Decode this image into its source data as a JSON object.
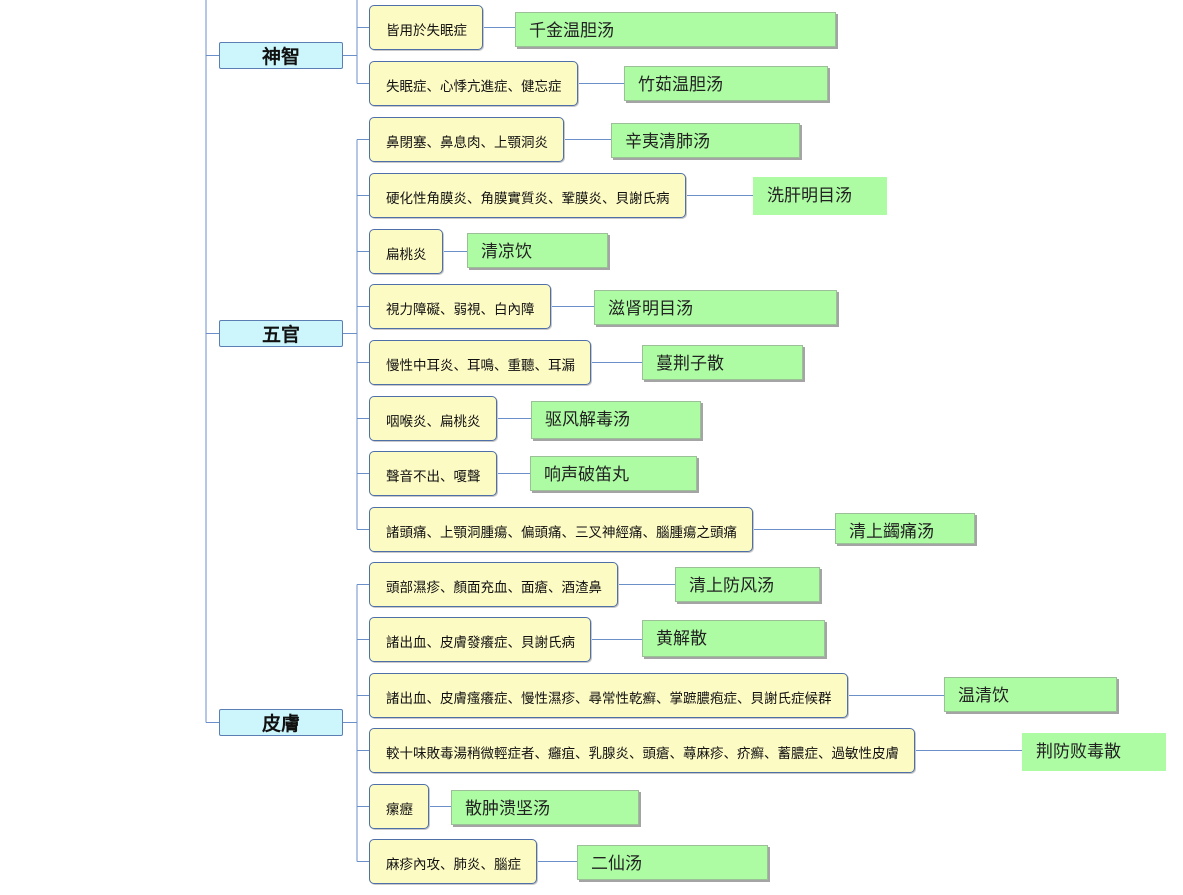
{
  "categories": [
    {
      "name": "神智",
      "items": [
        {
          "symptom": "皆用於失眠症",
          "formula": "千金温胆汤"
        },
        {
          "symptom": "失眠症、心悸亢進症、健忘症",
          "formula": "竹茹温胆汤"
        }
      ]
    },
    {
      "name": "五官",
      "items": [
        {
          "symptom": "鼻閉塞、鼻息肉、上顎洞炎",
          "formula": "辛夷清肺汤"
        },
        {
          "symptom": "硬化性角膜炎、角膜實質炎、鞏膜炎、貝謝氏病",
          "formula": "洗肝明目汤"
        },
        {
          "symptom": "扁桃炎",
          "formula": "清凉饮"
        },
        {
          "symptom": "視力障礙、弱視、白內障",
          "formula": "滋肾明目汤"
        },
        {
          "symptom": "慢性中耳炎、耳鳴、重聽、耳漏",
          "formula": "蔓荆子散"
        },
        {
          "symptom": "咽喉炎、扁桃炎",
          "formula": "驱风解毒汤"
        },
        {
          "symptom": "聲音不出、嗄聲",
          "formula": "响声破笛丸"
        },
        {
          "symptom": "諸頭痛、上顎洞腫瘍、偏頭痛、三叉神經痛、腦腫瘍之頭痛",
          "formula": "清上蠲痛汤"
        }
      ]
    },
    {
      "name": "皮膚",
      "items": [
        {
          "symptom": "頭部濕疹、顏面充血、面瘡、酒渣鼻",
          "formula": "清上防风汤"
        },
        {
          "symptom": "諸出血、皮膚發癢症、貝謝氏病",
          "formula": "黄解散"
        },
        {
          "symptom": "諸出血、皮膚瘙癢症、慢性濕疹、尋常性乾癬、掌蹠膿疱症、貝謝氏症候群",
          "formula": "温清饮"
        },
        {
          "symptom": "較十味敗毒湯稍微輕症者、癰疽、乳腺炎、頭瘡、蕁麻疹、疥癬、蓄膿症、過敏性皮膚",
          "formula": "荆防败毒散"
        },
        {
          "symptom": "瘰癧",
          "formula": "散肿溃坚汤"
        },
        {
          "symptom": "麻疹內攻、肺炎、腦症",
          "formula": "二仙汤"
        }
      ]
    }
  ],
  "colors": {
    "category_fill": "#ccf6fb",
    "symptom_fill": "#fdfbc4",
    "formula_fill": "#adfca3",
    "connector": "#6b8fc8"
  }
}
